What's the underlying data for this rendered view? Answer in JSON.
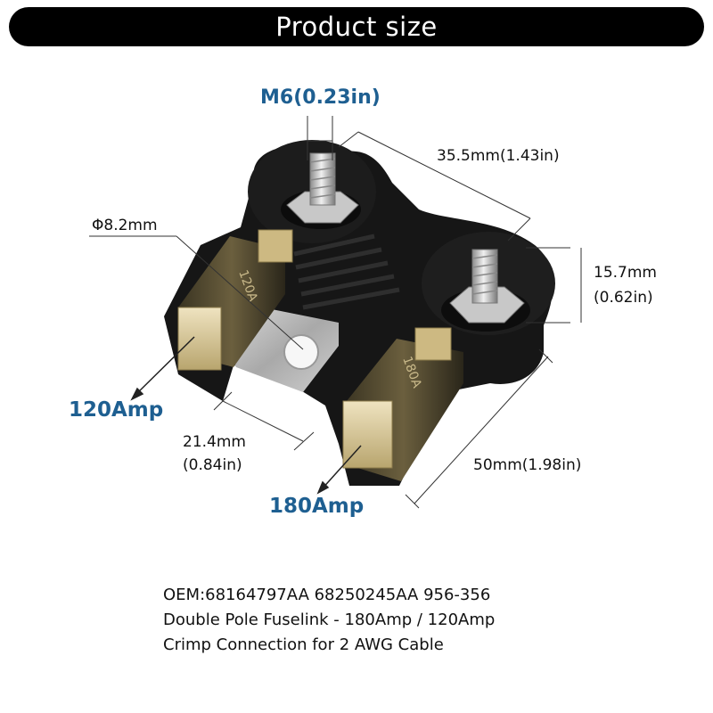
{
  "banner": {
    "title": "Product size"
  },
  "labels": {
    "thread": "M6(0.23in)",
    "diameter": "Φ8.2mm",
    "width_top": "35.5mm(1.43in)",
    "height_mm": "15.7mm",
    "height_in": "(0.62in)",
    "gap_mm": "21.4mm",
    "gap_in": "(0.84in)",
    "length": "50mm(1.98in)",
    "fuse_small": "120Amp",
    "fuse_large": "180Amp",
    "fuse_print_small": "120A",
    "fuse_print_large": "180A"
  },
  "description": {
    "line1": "OEM:68164797AA 68250245AA 956-356",
    "line2": "Double Pole Fuselink - 180Amp / 120Amp",
    "line3": "Crimp Connection for 2 AWG Cable"
  },
  "colors": {
    "banner_bg": "#000000",
    "accent_blue": "#1e5f91",
    "housing": "#141414",
    "fuse_amber": "#d9c79a"
  }
}
